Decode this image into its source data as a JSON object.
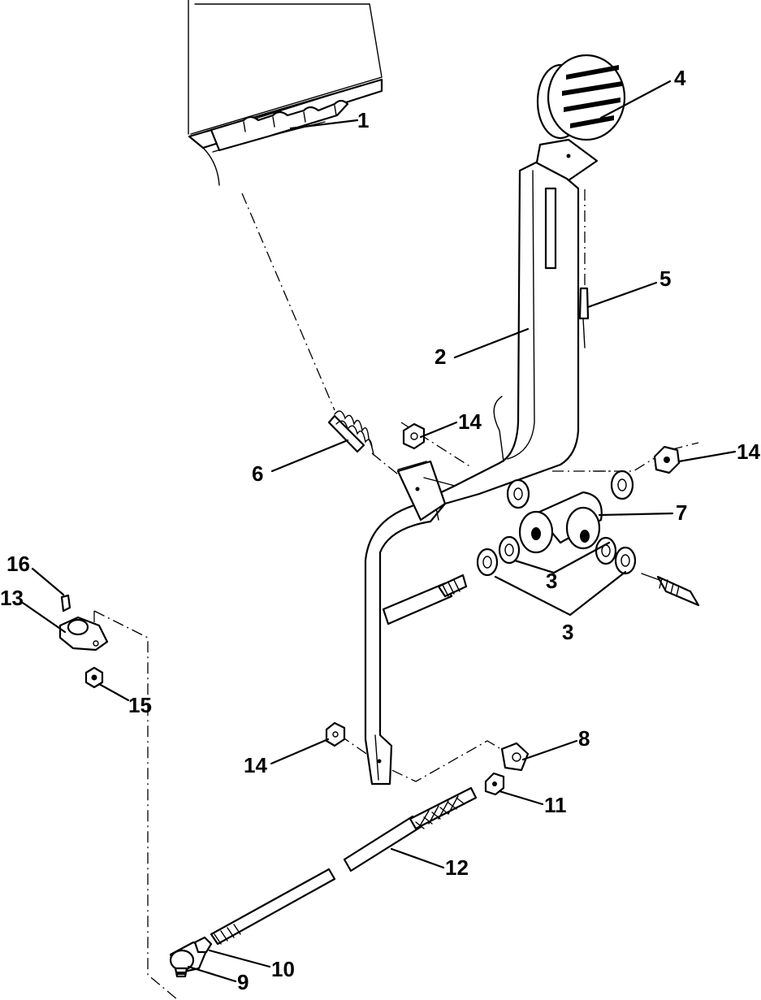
{
  "callouts": {
    "c1": "1",
    "c2": "2",
    "c3a": "3",
    "c3b": "3",
    "c4": "4",
    "c5": "5",
    "c6": "6",
    "c7": "7",
    "c8": "8",
    "c9": "9",
    "c10": "10",
    "c11": "11",
    "c12": "12",
    "c13": "13",
    "c14a": "14",
    "c14b": "14",
    "c14c": "14",
    "c15": "15",
    "c16": "16"
  }
}
